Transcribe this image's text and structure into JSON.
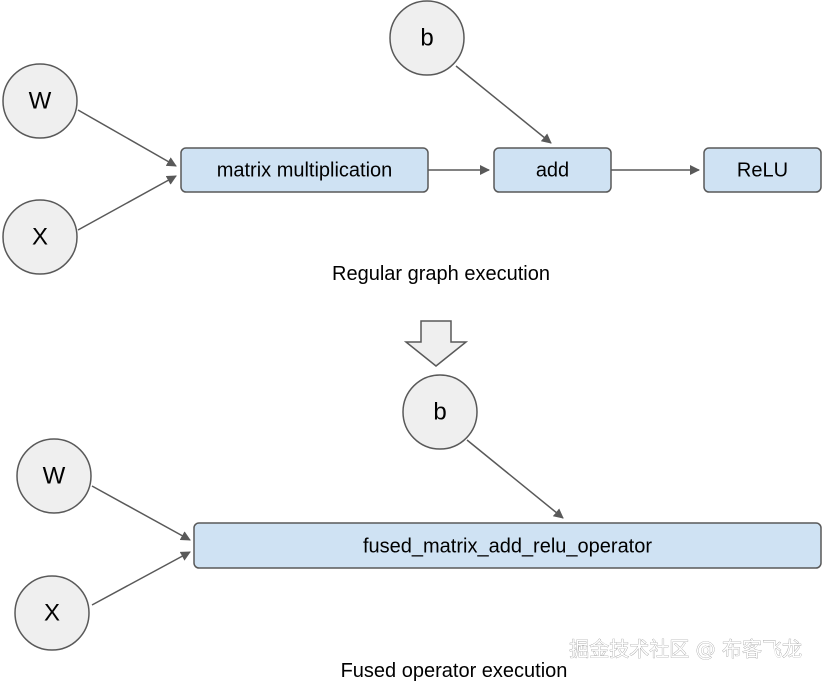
{
  "regular": {
    "caption": "Regular graph execution",
    "nodes": {
      "b": "b",
      "w": "W",
      "x": "X",
      "matmul": "matrix multiplication",
      "add": "add",
      "relu": "ReLU"
    }
  },
  "fused": {
    "caption": "Fused operator execution",
    "nodes": {
      "b": "b",
      "w": "W",
      "x": "X",
      "fused_op": "fused_matrix_add_relu_operator"
    }
  },
  "watermark": "掘金技术社区 @ 布客飞龙",
  "colors": {
    "input_fill": "#efefef",
    "operator_fill": "#cfe2f3",
    "stroke": "#595959"
  }
}
